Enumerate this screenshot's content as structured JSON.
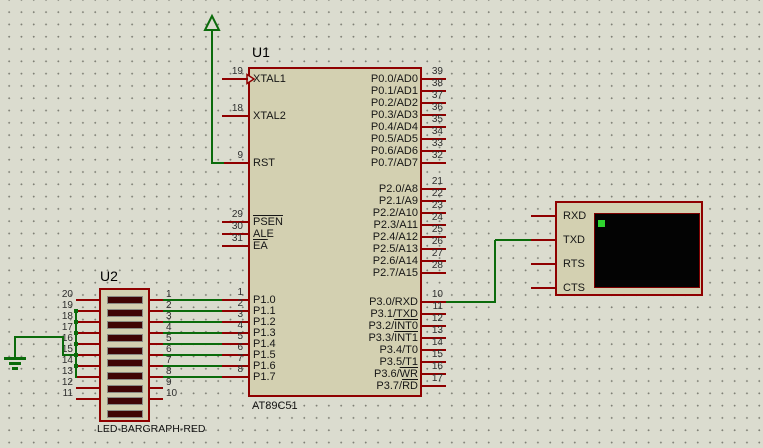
{
  "u1": {
    "ref": "U1",
    "part": "AT89C51",
    "left_pins": [
      {
        "num": "19",
        "name": "XTAL1"
      },
      {
        "num": "18",
        "name": "XTAL2"
      },
      {
        "num": "9",
        "name": "RST"
      },
      {
        "num": "29",
        "bar": "PSEN"
      },
      {
        "num": "30",
        "name": "ALE"
      },
      {
        "num": "31",
        "bar": "EA"
      },
      {
        "num": "1",
        "name": "P1.0"
      },
      {
        "num": "2",
        "name": "P1.1"
      },
      {
        "num": "3",
        "name": "P1.2"
      },
      {
        "num": "4",
        "name": "P1.3"
      },
      {
        "num": "5",
        "name": "P1.4"
      },
      {
        "num": "6",
        "name": "P1.5"
      },
      {
        "num": "7",
        "name": "P1.6"
      },
      {
        "num": "8",
        "name": "P1.7"
      }
    ],
    "right_pins": [
      {
        "num": "39",
        "name": "P0.0/AD0"
      },
      {
        "num": "38",
        "name": "P0.1/AD1"
      },
      {
        "num": "37",
        "name": "P0.2/AD2"
      },
      {
        "num": "36",
        "name": "P0.3/AD3"
      },
      {
        "num": "35",
        "name": "P0.4/AD4"
      },
      {
        "num": "34",
        "name": "P0.5/AD5"
      },
      {
        "num": "33",
        "name": "P0.6/AD6"
      },
      {
        "num": "32",
        "name": "P0.7/AD7"
      },
      {
        "num": "21",
        "name": "P2.0/A8"
      },
      {
        "num": "22",
        "name": "P2.1/A9"
      },
      {
        "num": "23",
        "name": "P2.2/A10"
      },
      {
        "num": "24",
        "name": "P2.3/A11"
      },
      {
        "num": "25",
        "name": "P2.4/A12"
      },
      {
        "num": "26",
        "name": "P2.5/A13"
      },
      {
        "num": "27",
        "name": "P2.6/A14"
      },
      {
        "num": "28",
        "name": "P2.7/A15"
      },
      {
        "num": "10",
        "name": "P3.0/RXD"
      },
      {
        "num": "11",
        "name": "P3.1/TXD"
      },
      {
        "num": "12",
        "pre": "P3.2/",
        "bar": "INT0"
      },
      {
        "num": "13",
        "pre": "P3.3/",
        "bar": "INT1"
      },
      {
        "num": "14",
        "name": "P3.4/T0"
      },
      {
        "num": "15",
        "name": "P3.5/T1"
      },
      {
        "num": "16",
        "pre": "P3.6/",
        "bar": "WR"
      },
      {
        "num": "17",
        "pre": "P3.7/",
        "bar": "RD"
      }
    ]
  },
  "u2": {
    "ref": "U2",
    "part": "LED-BARGRAPH-RED",
    "segment_count": 10,
    "left_pin_nums": [
      "20",
      "19",
      "18",
      "17",
      "16",
      "15",
      "14",
      "13",
      "12",
      "11"
    ],
    "right_pin_nums": [
      "1",
      "2",
      "3",
      "4",
      "5",
      "6",
      "7",
      "8",
      "9",
      "10"
    ]
  },
  "terminal": {
    "pin_labels": [
      "RXD",
      "TXD",
      "RTS",
      "CTS"
    ]
  },
  "colors": {
    "background": "#dbdccf",
    "grid_dot": "#7f8076",
    "component_border": "#8f0000",
    "component_fill": "#d3d0b1",
    "wire": "#0b6b0b",
    "led_segment": "#400404",
    "screen": "#030303",
    "cursor": "#2fd42f"
  }
}
